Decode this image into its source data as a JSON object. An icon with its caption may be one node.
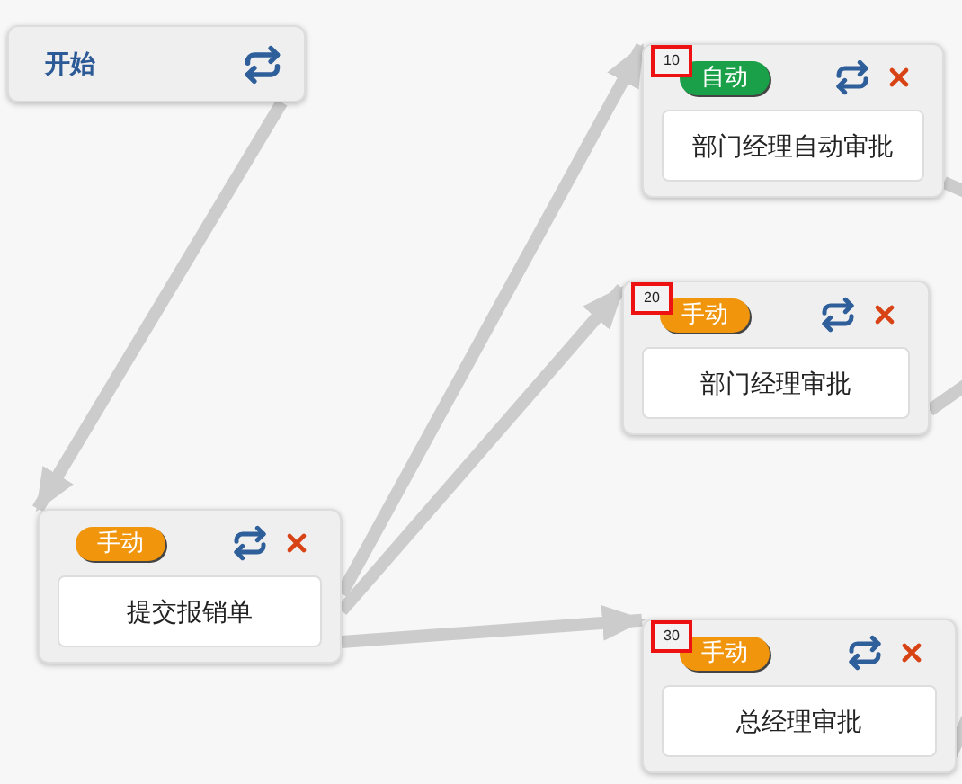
{
  "diagram": {
    "nodes": [
      {
        "text": [
          "开始"
        ]
      },
      {
        "text": [
          "10"
        ]
      },
      {
        "text": [
          "自动"
        ],
        "in": 1
      },
      {
        "text": [
          "部门经理自动审批"
        ],
        "in": 1
      },
      {
        "text": [
          "20"
        ]
      },
      {
        "text": [
          "手动"
        ],
        "in": 4
      },
      {
        "text": [
          "部门经理审批"
        ],
        "in": 4
      },
      {
        "text": [],
        "shape": "box"
      },
      {
        "text": [
          "手动"
        ],
        "in": 7
      },
      {
        "text": [
          "提交报销单"
        ],
        "in": 7
      },
      {
        "text": [
          "30"
        ]
      },
      {
        "text": [
          "手动"
        ],
        "in": 10
      },
      {
        "text": [
          "总经理审批"
        ],
        "in": 10
      }
    ],
    "edges": [
      {
        "from": 0,
        "to": 7,
        "arrow": "to"
      },
      {
        "from": 7,
        "to": 1,
        "arrow": "to"
      },
      {
        "from": 7,
        "to": 4,
        "arrow": "to"
      },
      {
        "from": 7,
        "to": 10,
        "arrow": "to"
      },
      {
        "from": 1,
        "to": null,
        "arrow": "none"
      },
      {
        "from": 4,
        "to": null,
        "arrow": "none"
      },
      {
        "from": 10,
        "to": null,
        "arrow": "none"
      }
    ]
  }
}
